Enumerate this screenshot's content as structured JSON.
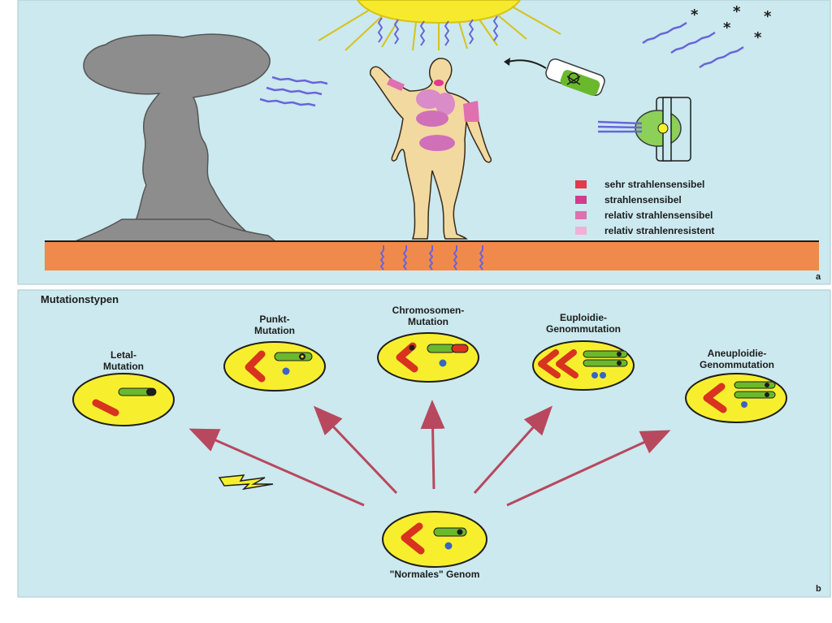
{
  "panel_a": {
    "legend": [
      {
        "label": "sehr strahlensensibel",
        "color": "#e23a4a"
      },
      {
        "label": "strahlensensibel",
        "color": "#d63a8c"
      },
      {
        "label": "relativ strahlensensibel",
        "color": "#e070b0"
      },
      {
        "label": "relativ strahlenresistent",
        "color": "#f0b0d8"
      }
    ],
    "panel_letter": "a"
  },
  "panel_b": {
    "title": "Mutationstypen",
    "panel_letter": "b",
    "types": [
      {
        "label": "Letal-\nMutation"
      },
      {
        "label": "Punkt-\nMutation"
      },
      {
        "label": "Chromosomen-\nMutation"
      },
      {
        "label": "Euploidie-\nGenommutation"
      },
      {
        "label": "Aneuploidie-\nGenommutation"
      }
    ],
    "source_label": "\"Normales\" Genom"
  },
  "colors": {
    "panel_bg": "#cbe9ef",
    "ground": "#f08a4c",
    "cell": "#f7ef2e",
    "chromosome_red": "#d8331f",
    "chromosome_green": "#6ab92c",
    "arrow": "#b8485e",
    "ray": "#6a64d8",
    "cloud": "#8d8d8d"
  }
}
